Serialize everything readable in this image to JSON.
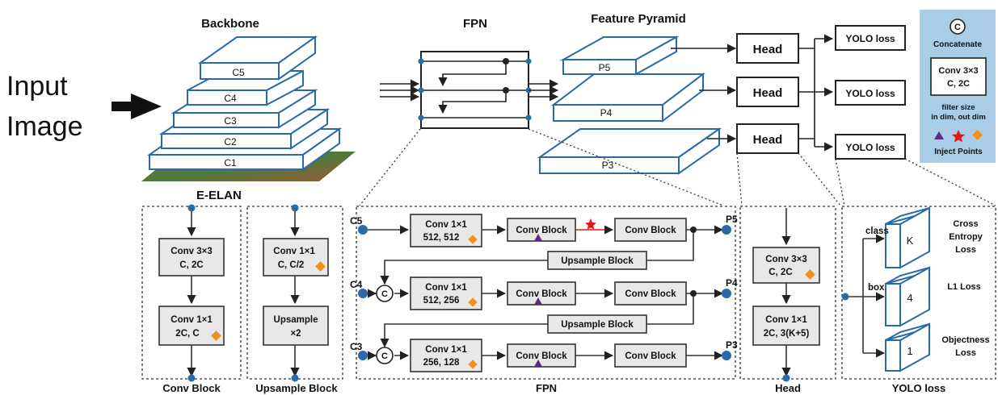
{
  "top": {
    "input_line1": "Input",
    "input_line2": "Image",
    "backbone_title": "Backbone",
    "fpn_title": "FPN",
    "pyramid_title": "Feature Pyramid",
    "backbone_layers": [
      "C5",
      "C4",
      "C3",
      "C2",
      "C1"
    ],
    "pyramid_layers": [
      "P5",
      "P4",
      "P3"
    ],
    "head_label": "Head",
    "loss_label": "YOLO loss"
  },
  "legend": {
    "concat_symbol": "C",
    "concat_label": "Concatenate",
    "conv_line1": "Conv 3×3",
    "conv_line2": "C, 2C",
    "filter_line1": "filter size",
    "filter_line2": "in dim, out dim",
    "inject_label": "Inject Points",
    "inject_colors": [
      "#5b2a86",
      "#e8141c",
      "#f0901e"
    ],
    "background": "#a9cde6"
  },
  "eelan": {
    "title": "E-ELAN",
    "conv_block": {
      "title": "Conv Block",
      "box1_line1": "Conv 3×3",
      "box1_line2": "C, 2C",
      "box2_line1": "Conv 1×1",
      "box2_line2": "2C, C"
    },
    "upsample_block": {
      "title": "Upsample Block",
      "box1_line1": "Conv 1×1",
      "box1_line2": "C, C/2",
      "box2_line1": "Upsample",
      "box2_line2": "×2"
    }
  },
  "fpn_detail": {
    "title": "FPN",
    "inputs": [
      "C5",
      "C4",
      "C3"
    ],
    "outputs": [
      "P5",
      "P4",
      "P3"
    ],
    "concat_symbol": "C",
    "rows": [
      {
        "conv_line1": "Conv 1×1",
        "conv_line2": "512, 512",
        "block1": "Conv Block",
        "block2": "Conv Block"
      },
      {
        "conv_line1": "Conv 1×1",
        "conv_line2": "512, 256",
        "block1": "Conv Block",
        "block2": "Conv Block"
      },
      {
        "conv_line1": "Conv 1×1",
        "conv_line2": "256, 128",
        "block1": "Conv Block",
        "block2": "Conv Block"
      }
    ],
    "upsample_label": "Upsample Block"
  },
  "head_detail": {
    "title": "Head",
    "box1_line1": "Conv 3×3",
    "box1_line2": "C, 2C",
    "box2_line1": "Conv 1×1",
    "box2_line2": "2C, 3(K+5)"
  },
  "yolo_loss_detail": {
    "title": "YOLO loss",
    "class_label": "class",
    "box_label": "box",
    "slabs": [
      {
        "value": "K",
        "loss_line1": "Cross",
        "loss_line2": "Entropy",
        "loss_line3": "Loss"
      },
      {
        "value": "4",
        "loss_line1": "L1 Loss"
      },
      {
        "value": "1",
        "loss_line1": "Objectness",
        "loss_line2": "Loss"
      }
    ]
  }
}
